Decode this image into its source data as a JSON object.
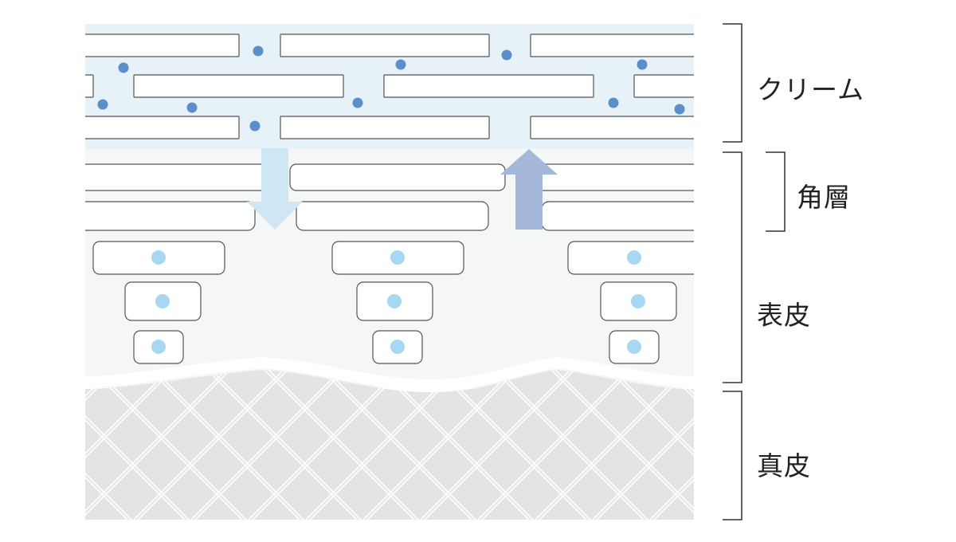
{
  "labels": {
    "cream": "クリーム",
    "stratum_corneum": "角層",
    "epidermis": "表皮",
    "dermis": "真皮"
  },
  "colors": {
    "cream_bg": "#e7f1f8",
    "cream_particle": "#5b8fcc",
    "epidermis_bg": "#f5f6f6",
    "dermis_bg": "#e3e4e5",
    "dermis_mesh": "#ffffff",
    "nucleus": "#a8d8f1",
    "arrow_down": "#cfe6f4",
    "arrow_up": "#a5b8da",
    "cell_outline": "#555555",
    "bracket": "#333333"
  }
}
